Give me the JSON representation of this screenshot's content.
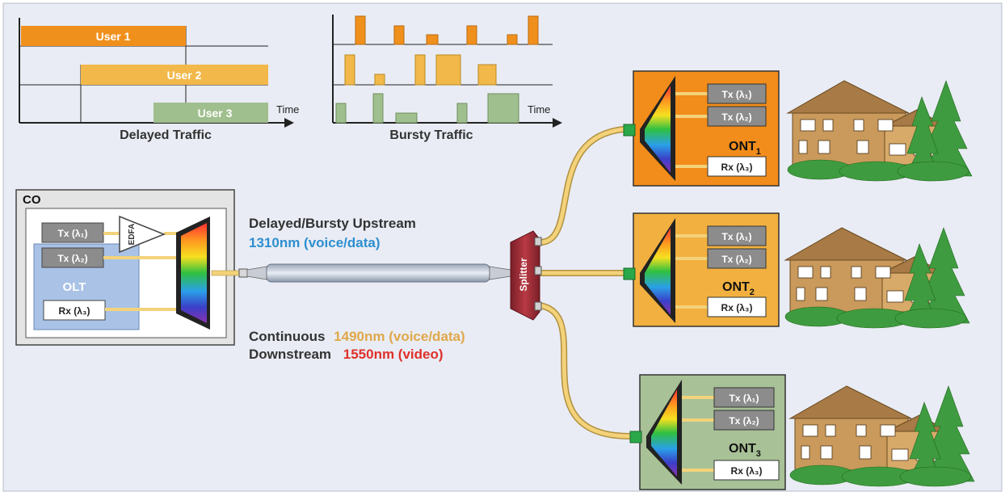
{
  "delayed_traffic": {
    "caption": "Delayed Traffic",
    "time_label": "Time",
    "users": [
      "User 1",
      "User 2",
      "User 3"
    ]
  },
  "bursty_traffic": {
    "caption": "Bursty Traffic",
    "time_label": "Time"
  },
  "co": {
    "label": "CO",
    "olt_label": "OLT",
    "tx1": "Tx (λ₁)",
    "tx2": "Tx (λ₂)",
    "rx": "Rx (λ₃)",
    "amplifier": "EDFA"
  },
  "splitter_label": "Splitter",
  "upstream": {
    "line1": "Delayed/Bursty Upstream",
    "line2": "1310nm (voice/data)"
  },
  "downstream": {
    "continuous": "Continuous",
    "wavelength_1": "1490nm (voice/data)",
    "downstream": "Downstream",
    "wavelength_2": "1550nm (video)"
  },
  "onts": [
    {
      "name": "ONT",
      "sub": "1",
      "tx1": "Tx (λ₁)",
      "tx2": "Tx (λ₂)",
      "rx": "Rx (λ₃)"
    },
    {
      "name": "ONT",
      "sub": "2",
      "tx1": "Tx (λ₁)",
      "tx2": "Tx (λ₂)",
      "rx": "Rx (λ₃)"
    },
    {
      "name": "ONT",
      "sub": "3",
      "tx1": "Tx (λ₁)",
      "tx2": "Tx (λ₂)",
      "rx": "Rx (λ₃)"
    }
  ],
  "colors": {
    "background": "#e9ecf4",
    "user1": "#f0901c",
    "user2": "#f2b84a",
    "user3": "#9fbf8e",
    "ont1": "#f28c1a",
    "ont2": "#f2b040",
    "ont3": "#a8c197",
    "fiber": "#f3d27a",
    "upstream_text": "#2d8fd0",
    "wavelength_1490": "#e0a84a",
    "wavelength_1550": "#e0302a",
    "splitter": "#a0303a",
    "olt": "#a9c2e6",
    "house": "#c99a5c",
    "tree": "#3f9b3f"
  }
}
